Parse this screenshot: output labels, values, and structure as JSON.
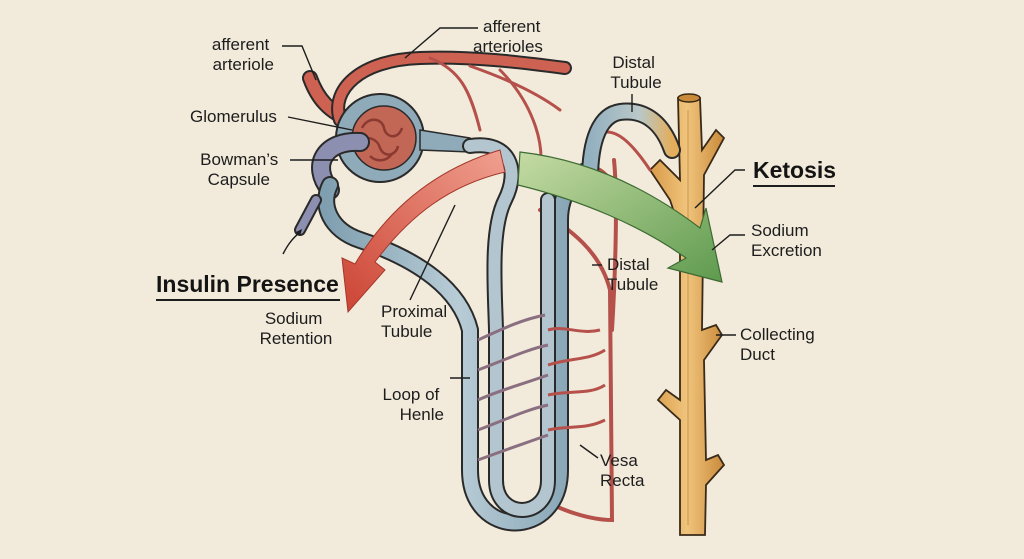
{
  "diagram": {
    "title": "Nephron sodium handling: Insulin Presence vs Ketosis",
    "colors": {
      "background": "#F2EBDB",
      "artery": "#C9594B",
      "tubule": "#8FAAB8",
      "collecting_duct": "#E2AE5C",
      "retention_arrow": "#D4503F",
      "excretion_arrow": "#7FAA5F"
    },
    "labels": {
      "afferent_arteriole": [
        "afferent",
        "arteriole"
      ],
      "afferent_arterioles": [
        "afferent",
        "arterioles"
      ],
      "glomerulus": [
        "Glomerulus"
      ],
      "bowmans_capsule": [
        "Bowman’s",
        "Capsule"
      ],
      "distal_tubule_top": [
        "Distal",
        "Tubule"
      ],
      "distal_tubule_mid": [
        "Distal",
        "Tubule"
      ],
      "proximal_tubule": [
        "Proximal",
        "Tubule"
      ],
      "loop_of_henle": [
        "Loop of",
        "Henle"
      ],
      "vesa_recta": [
        "Vesa",
        "Recta"
      ],
      "sodium_excretion": [
        "Sodium",
        "Excretion"
      ],
      "collecting_duct": [
        "Collecting",
        "Duct"
      ]
    },
    "conditions": {
      "insulin": {
        "heading": "Insulin Presence",
        "effect": [
          "Sodium",
          "Retention"
        ],
        "arrow_icon": "arrow-down-left-icon"
      },
      "ketosis": {
        "heading": "Ketosis",
        "effect": [
          "Sodium",
          "Excretion"
        ],
        "arrow_icon": "arrow-down-right-icon"
      }
    }
  }
}
